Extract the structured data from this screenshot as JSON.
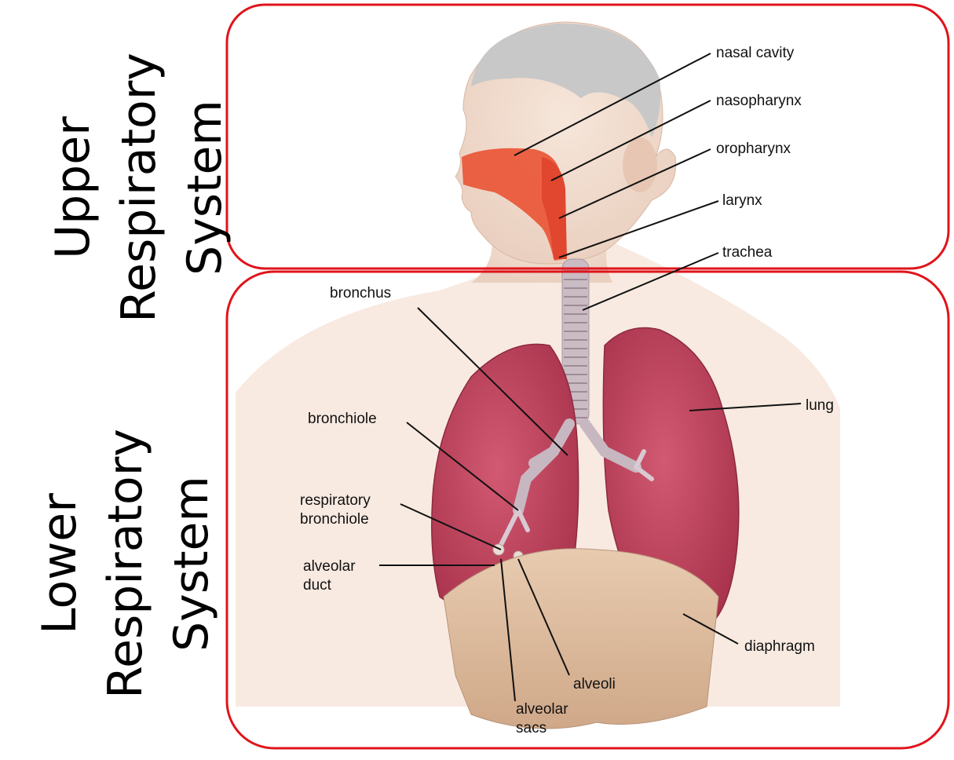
{
  "sections": {
    "upper": {
      "title_lines": [
        "Upper",
        "Respiratory",
        "System"
      ],
      "border_color": "#e0141b"
    },
    "lower": {
      "title_lines": [
        "Lower",
        "Respiratory",
        "System"
      ],
      "border_color": "#e0141b"
    }
  },
  "labels": {
    "nasal_cavity": "nasal cavity",
    "nasopharynx": "nasopharynx",
    "oropharynx": "oropharynx",
    "larynx": "larynx",
    "trachea": "trachea",
    "bronchus": "bronchus",
    "lung": "lung",
    "bronchiole": "bronchiole",
    "respiratory_bronchiole": [
      "respiratory",
      "bronchiole"
    ],
    "alveolar_duct": [
      "alveolar",
      "duct"
    ],
    "diaphragm": "diaphragm",
    "alveoli": "alveoli",
    "alveolar_sacs": [
      "alveolar",
      "sacs"
    ]
  },
  "colors": {
    "skin": "#f3dfd2",
    "lung": "#c84a63",
    "airway": "#e8573a",
    "trachea": "#c9bcc4",
    "diaphragm": "#dcb89a",
    "hair": "#c9c9c9"
  }
}
